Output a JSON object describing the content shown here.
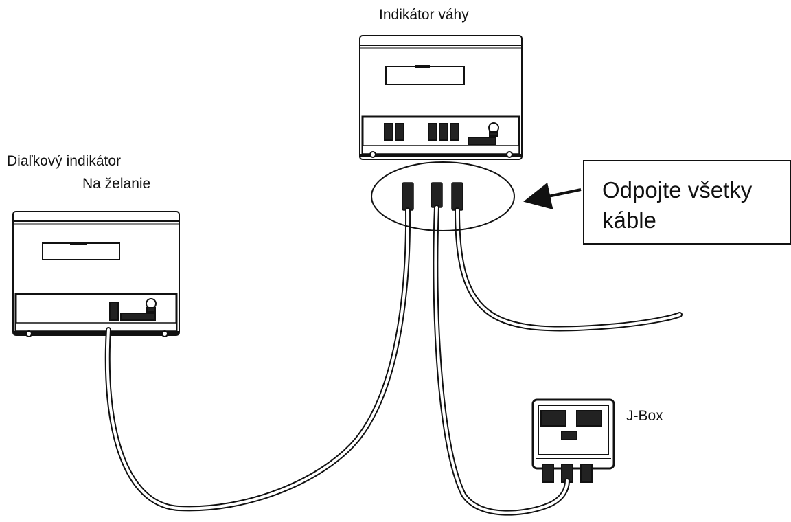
{
  "labels": {
    "main_indicator": "Indikátor váhy",
    "remote_indicator_line1": "Diaľkový indikátor",
    "remote_indicator_line2": "Na želanie",
    "callout": "Odpojte všetky káble",
    "junction_box": "J-Box"
  },
  "colors": {
    "line": "#111111",
    "background": "#ffffff"
  },
  "icons": {
    "arrow": "arrow-left-icon"
  }
}
